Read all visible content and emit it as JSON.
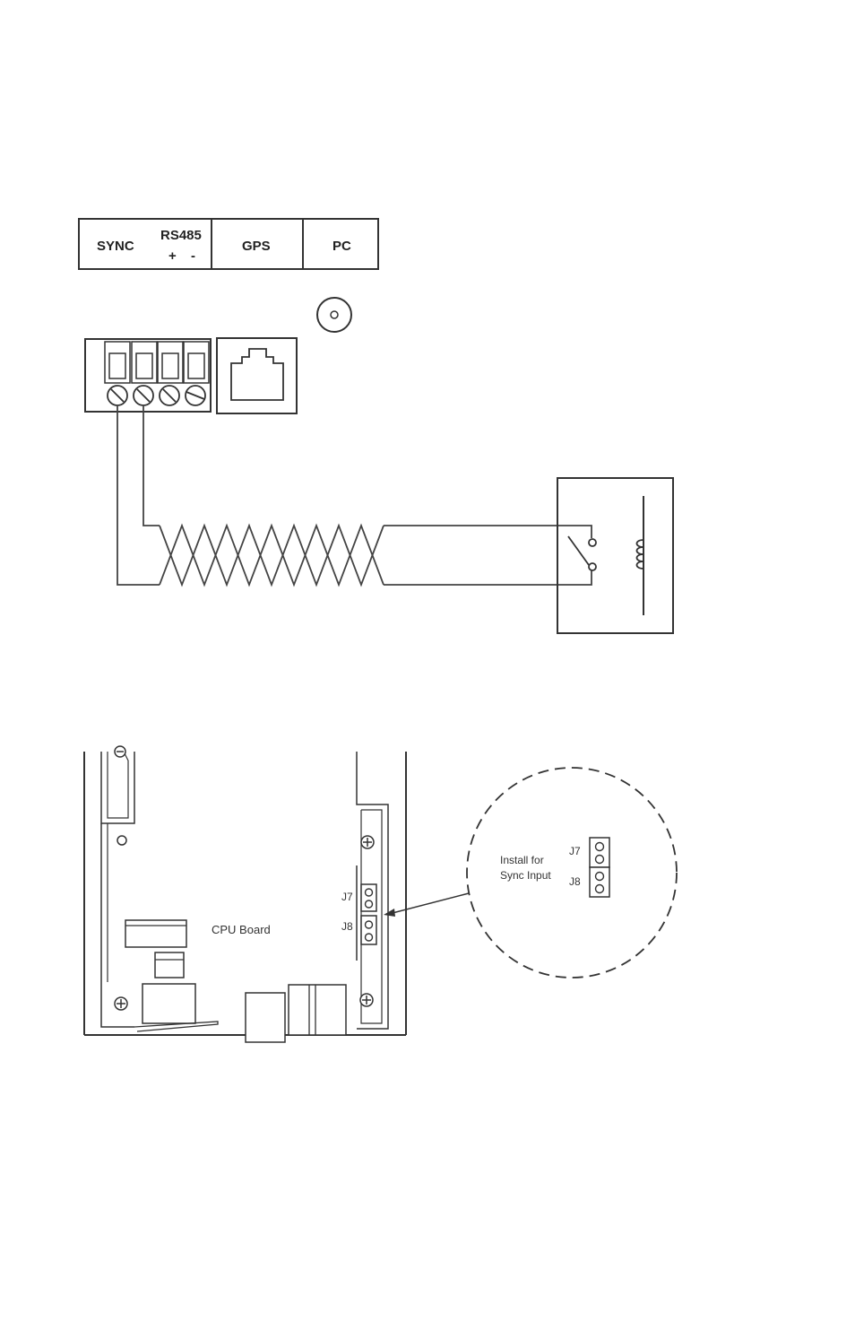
{
  "connector_header": {
    "sync_label": "SYNC",
    "rs485_label": "RS485",
    "rs485_plus": "+",
    "rs485_minus": "-",
    "gps_label": "GPS",
    "pc_label": "PC"
  },
  "cpu_board": {
    "board_label": "CPU Board",
    "j7_label": "J7",
    "j8_label": "J8"
  },
  "detail_callout": {
    "instruction_line1": "Install for",
    "instruction_line2": "Sync Input",
    "j7_label": "J7",
    "j8_label": "J8"
  }
}
